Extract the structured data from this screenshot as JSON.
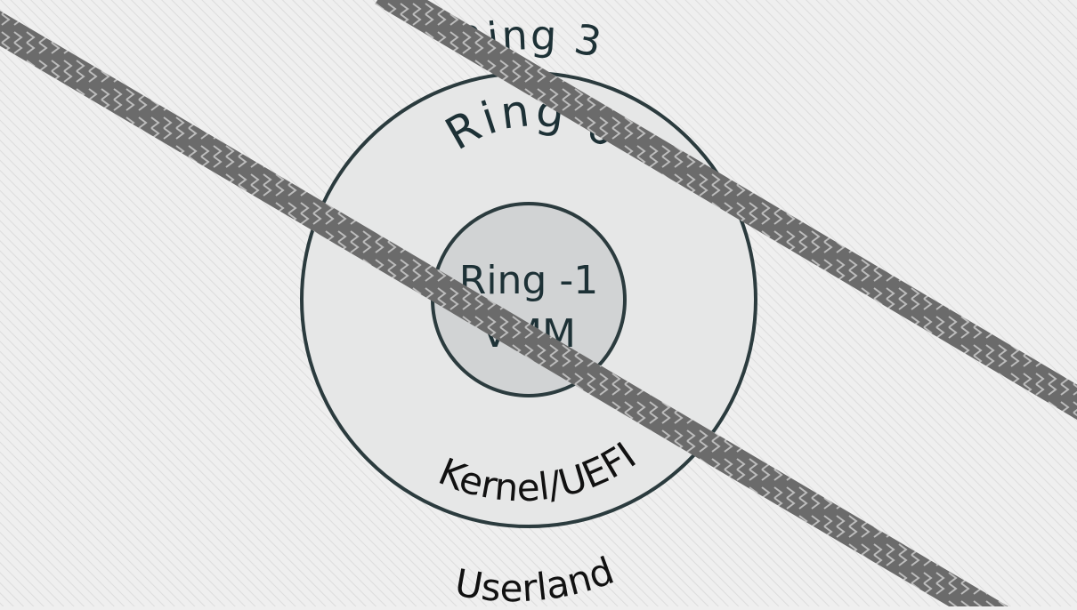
{
  "diagram": {
    "labels": {
      "ring3": "Ring 3",
      "ring0": "Ring 0",
      "ring_minus1": "Ring -1",
      "vmm": "VMM",
      "kernel": "Kernel/UEFI",
      "userland": "Userland"
    },
    "colors": {
      "background": "#efefef",
      "hatch": "#dcdcdc",
      "outer_ring_fill": "#e6e7e7",
      "inner_ring_fill": "#d1d3d4",
      "ring_stroke": "#2b3b3e",
      "ring_text": "#1d3136",
      "ring_text_dark": "#111111",
      "tire_track": "#6b6b6b",
      "tire_chevron": "#c9c9c9"
    }
  }
}
